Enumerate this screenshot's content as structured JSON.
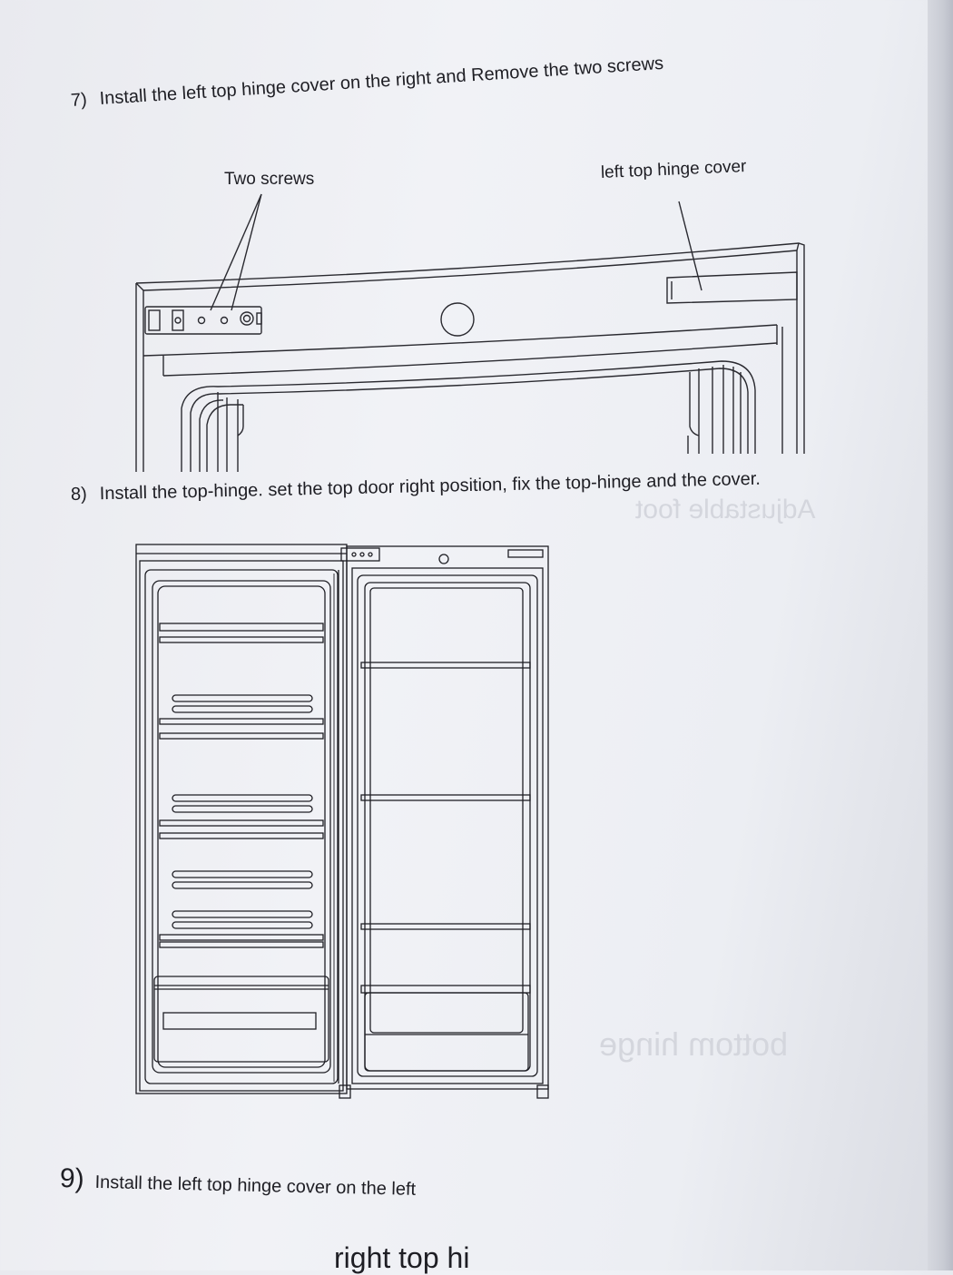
{
  "steps": {
    "step7": {
      "number": "7)",
      "text": "Install the left top hinge cover on the right and Remove the two screws"
    },
    "step8": {
      "number": "8)",
      "text": "Install the top-hinge. set the top door right position, fix the top-hinge and the cover."
    },
    "step9": {
      "number": "9)",
      "text": "Install the left top hinge cover on the left"
    }
  },
  "figure1": {
    "callouts": {
      "screws": "Two screws",
      "hinge_cover": "left top hinge cover"
    }
  },
  "next_page_fragment": "right top hi"
}
